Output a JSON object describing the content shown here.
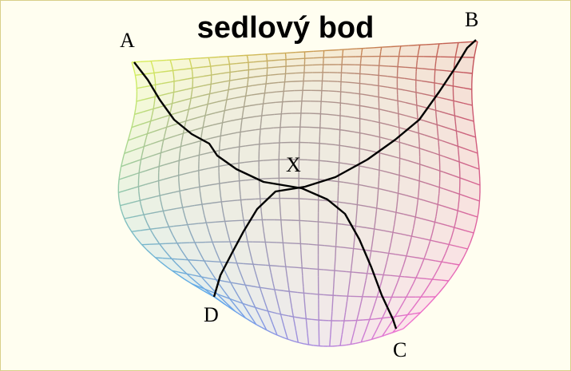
{
  "title": "sedlový bod",
  "points": {
    "A": "A",
    "B": "B",
    "C": "C",
    "D": "D",
    "X": "X"
  },
  "colors": {
    "background": "#fffef0",
    "border": "#d9cf8a",
    "curve": "#000000",
    "corner_A": "#d8f25a",
    "corner_B": "#c05050",
    "corner_C": "#f070d0",
    "corner_D": "#5aa8ee",
    "saddle_center": "#9a9a9a"
  }
}
